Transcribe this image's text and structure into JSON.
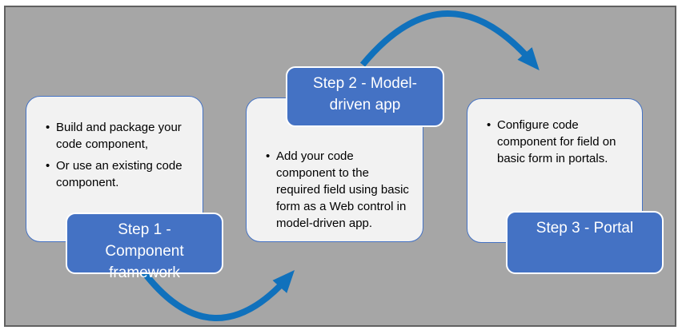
{
  "steps": [
    {
      "label": "Step 1 - Component framework",
      "bullets": [
        "Build and package your code component,",
        "Or use an existing code component."
      ]
    },
    {
      "label": "Step 2 - Model-driven app",
      "bullets": [
        "Add your code component to the required field using basic form as a Web control in model-driven app."
      ]
    },
    {
      "label": "Step 3 - Portal",
      "bullets": [
        "Configure code component for field on basic form in portals."
      ]
    }
  ],
  "colors": {
    "canvas_background": "#FFFFFF",
    "diagram_background": "#A6A6A6",
    "frame_border": "#616161",
    "step_label_fill": "#4472C4",
    "step_label_border": "#FFFFFF",
    "step_label_text": "#FFFFFF",
    "card_fill": "#F2F2F2",
    "card_border": "#4472C4",
    "bullet_text": "#000000",
    "arrow": "#1071BC"
  }
}
